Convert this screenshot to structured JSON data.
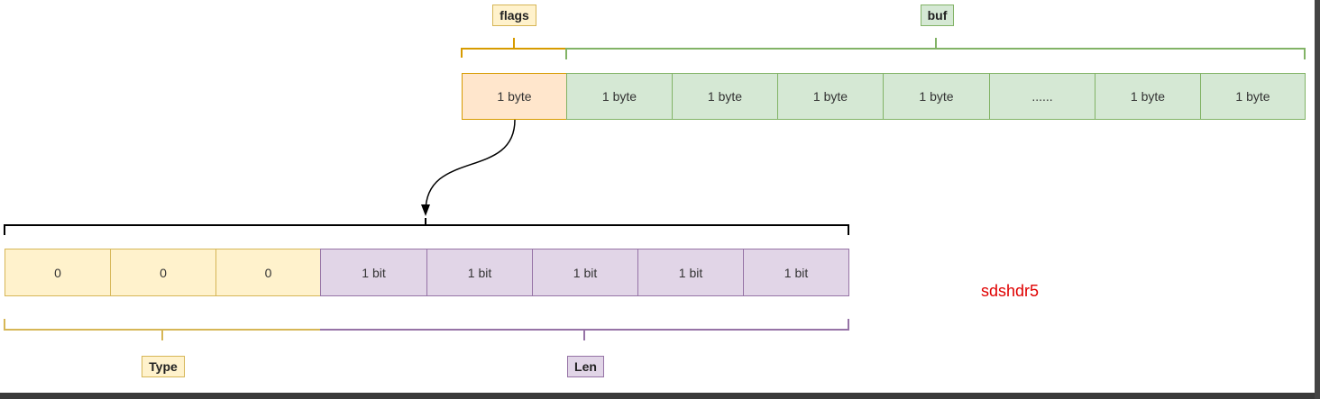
{
  "top_labels": {
    "flags": "flags",
    "buf": "buf"
  },
  "top_row": [
    "1 byte",
    "1 byte",
    "1 byte",
    "1 byte",
    "1 byte",
    "......",
    "1 byte",
    "1 byte"
  ],
  "bottom_row": [
    "0",
    "0",
    "0",
    "1 bit",
    "1 bit",
    "1 bit",
    "1 bit",
    "1 bit"
  ],
  "bottom_labels": {
    "type": "Type",
    "len": "Len"
  },
  "caption": "sdshdr5",
  "colors": {
    "flags": "#ffe6cc",
    "buf": "#d5e8d4",
    "type": "#fff2cc",
    "len": "#e1d5e7",
    "caption": "#e00000"
  }
}
